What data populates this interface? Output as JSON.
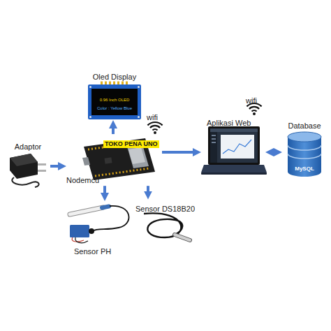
{
  "diagram": {
    "nodes": [
      {
        "text": [
          "Oled Display",
          "0.96 Inch OLED",
          "Color : Yellow Blue"
        ]
      },
      {
        "text": [
          "Adaptor"
        ]
      },
      {
        "text": [
          "Nodemcu"
        ]
      },
      {
        "text": [
          "Aplikasi Web"
        ]
      },
      {
        "text": [
          "Database",
          "MySQL"
        ]
      },
      {
        "text": [
          "Sensor PH"
        ]
      },
      {
        "text": [
          "Sensor DS18B20"
        ]
      }
    ],
    "edges": [
      {
        "from": 1,
        "to": 2,
        "arrow": "to"
      },
      {
        "from": 2,
        "to": 0,
        "arrow": "to"
      },
      {
        "from": 2,
        "to": 3,
        "arrow": "to"
      },
      {
        "from": 3,
        "to": 4,
        "arrow": "both"
      },
      {
        "from": 2,
        "to": 5,
        "arrow": "to"
      },
      {
        "from": 2,
        "to": 6,
        "arrow": "to"
      }
    ],
    "labels": [
      "wifi",
      "wifi",
      "TOKO PENA UNO"
    ]
  }
}
